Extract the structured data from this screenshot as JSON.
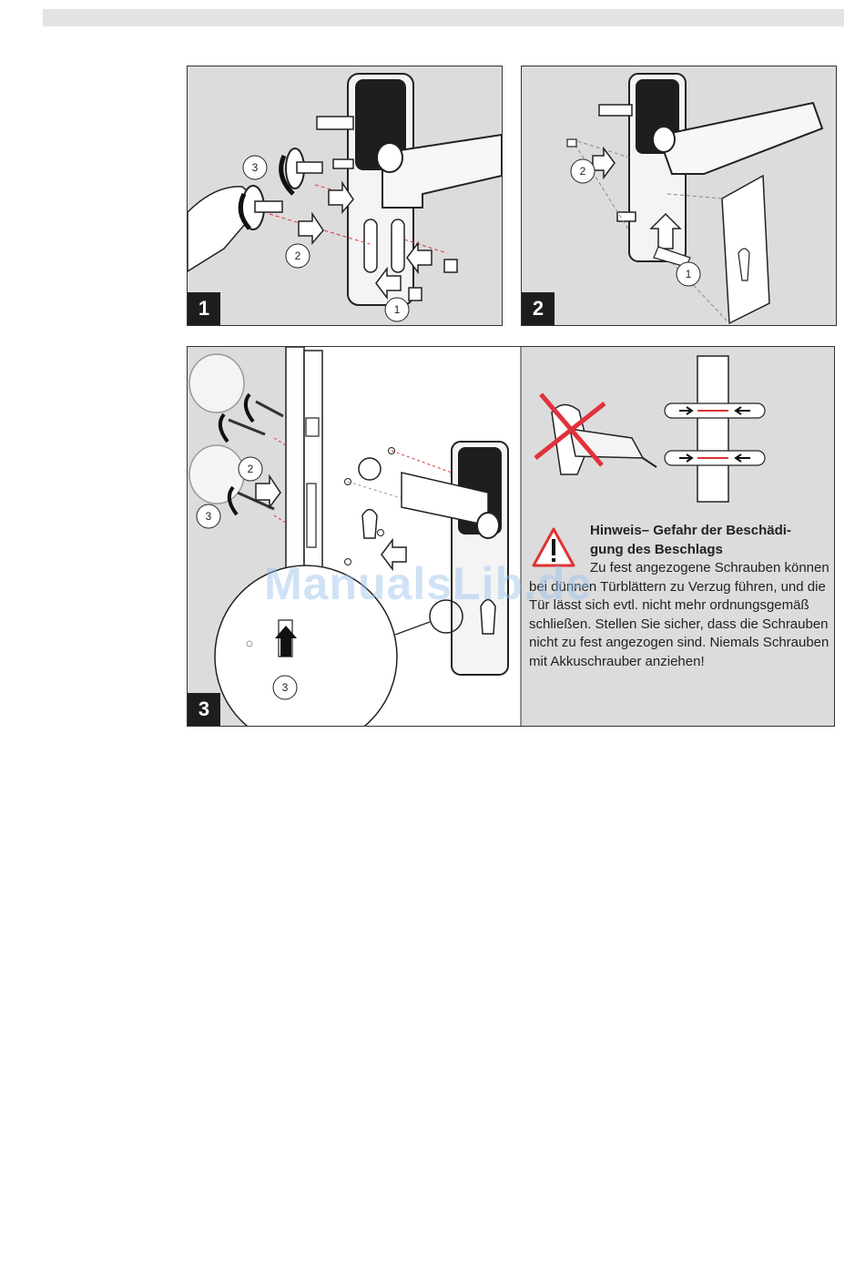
{
  "steps": [
    {
      "number": "1",
      "callouts": [
        "3",
        "2",
        "1"
      ]
    },
    {
      "number": "2",
      "callouts": [
        "2",
        "1"
      ]
    },
    {
      "number": "3",
      "callouts": [
        "2",
        "3",
        "3"
      ]
    }
  ],
  "warning": {
    "title_lines": [
      "Hinweis– Gefahr der Beschädi-",
      "gung des Beschlags"
    ],
    "body": "Zu fest angezogene Schrauben können bei dünnen Türblättern zu Verzug führen, und die Tür lässt sich evtl. nicht mehr ordnungsgemäß schließen. Stellen Sie sicher, dass die Schrauben nicht zu fest angezogen sind. Niemals Schrauben mit Akkuschrauber anziehen!"
  },
  "watermark": "ManualsLib.de",
  "colors": {
    "panel_bg": "#dcdcdc",
    "badge": "#1d1d1d",
    "cross": "#e0323c",
    "watermark": "#96bee6"
  }
}
